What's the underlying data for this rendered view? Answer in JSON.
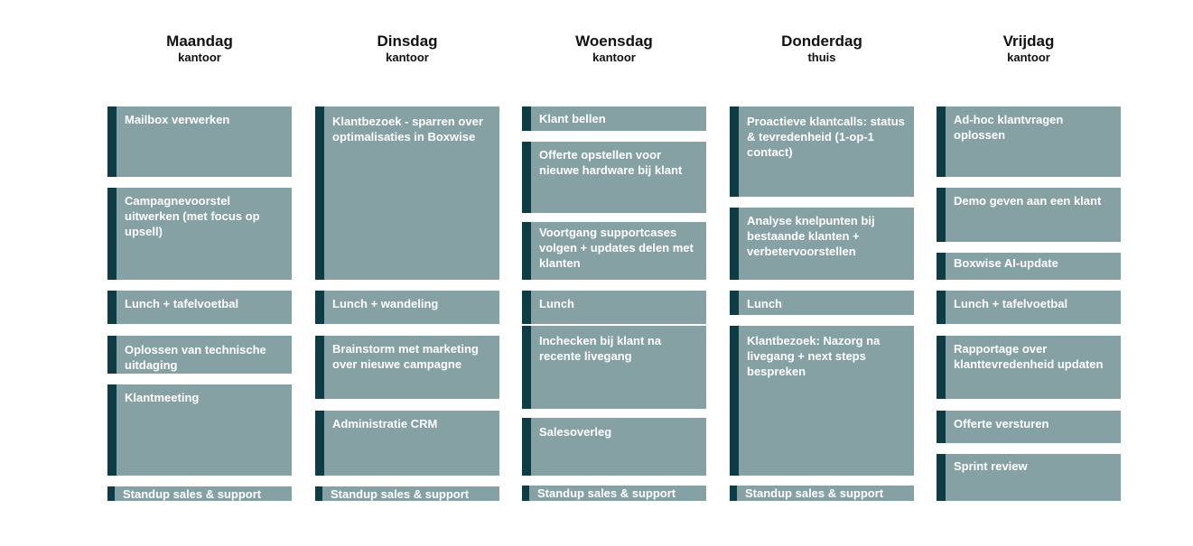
{
  "days": [
    {
      "name": "Maandag",
      "location": "kantoor",
      "blocks": [
        "Mailbox verwerken",
        "Campagnevoorstel uitwerken (met focus op upsell)",
        "Lunch + tafelvoetbal",
        "Oplossen van technische uitdaging",
        "Klantmeeting",
        "Standup sales & support"
      ]
    },
    {
      "name": "Dinsdag",
      "location": "kantoor",
      "blocks": [
        "Klantbezoek - sparren over optimalisaties in Boxwise",
        "Lunch + wandeling",
        "Brainstorm met marketing over nieuwe campagne",
        "Administratie CRM",
        "Standup sales & support"
      ]
    },
    {
      "name": "Woensdag",
      "location": "kantoor",
      "blocks": [
        "Klant bellen",
        "Offerte opstellen voor nieuwe hardware bij klant",
        "Voortgang supportcases volgen + updates delen met klanten",
        "Lunch",
        "Inchecken bij klant na recente livegang",
        "Salesoverleg",
        "Standup sales & support"
      ]
    },
    {
      "name": "Donderdag",
      "location": "thuis",
      "blocks": [
        "Proactieve klantcalls: status & tevredenheid (1-op-1 contact)",
        "Analyse knelpunten bij bestaande klanten + verbetervoorstellen",
        "Lunch",
        "Klantbezoek: Nazorg na livegang + next steps bespreken",
        "Standup sales & support"
      ]
    },
    {
      "name": "Vrijdag",
      "location": "kantoor",
      "blocks": [
        "Ad-hoc klantvragen oplossen",
        "Demo geven aan een klant",
        "Boxwise AI-update",
        "Lunch + tafelvoetbal",
        "Rapportage over klanttevredenheid updaten",
        "Offerte versturen",
        "Sprint review"
      ]
    }
  ]
}
